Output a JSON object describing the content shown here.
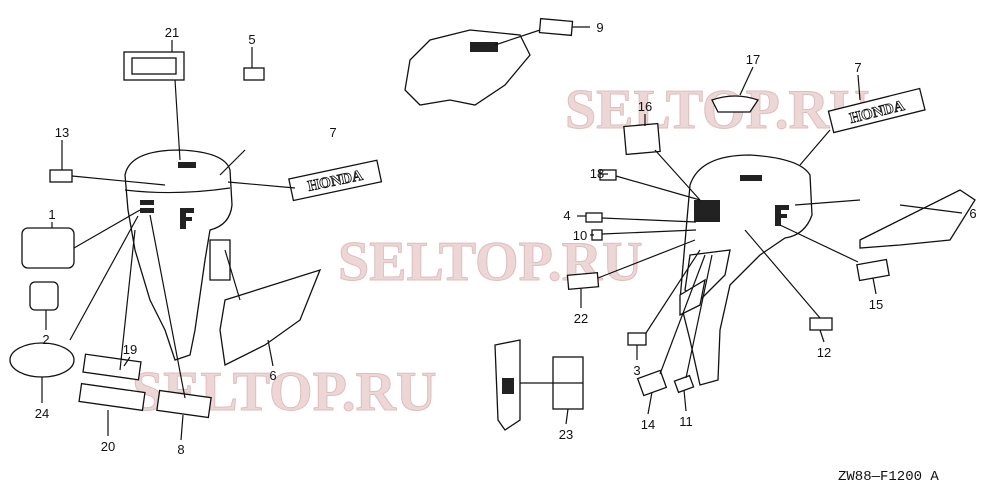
{
  "diagram": {
    "watermark": "SELTOP.RU",
    "drawing_code": "ZW88—F1200 A",
    "brand_decal_text": "HONDA",
    "callouts_left": {
      "c21": "21",
      "c5": "5",
      "c13": "13",
      "c7": "7",
      "c1": "1",
      "c2": "2",
      "c24": "24",
      "c19": "19",
      "c20": "20",
      "c8": "8",
      "c6": "6"
    },
    "callouts_right": {
      "c9": "9",
      "c17": "17",
      "c16": "16",
      "c7": "7",
      "c18": "18",
      "c4": "4",
      "c10": "10",
      "c6": "6",
      "c22": "22",
      "c15": "15",
      "c3": "3",
      "c12": "12",
      "c14": "14",
      "c11": "11",
      "c23": "23"
    }
  }
}
